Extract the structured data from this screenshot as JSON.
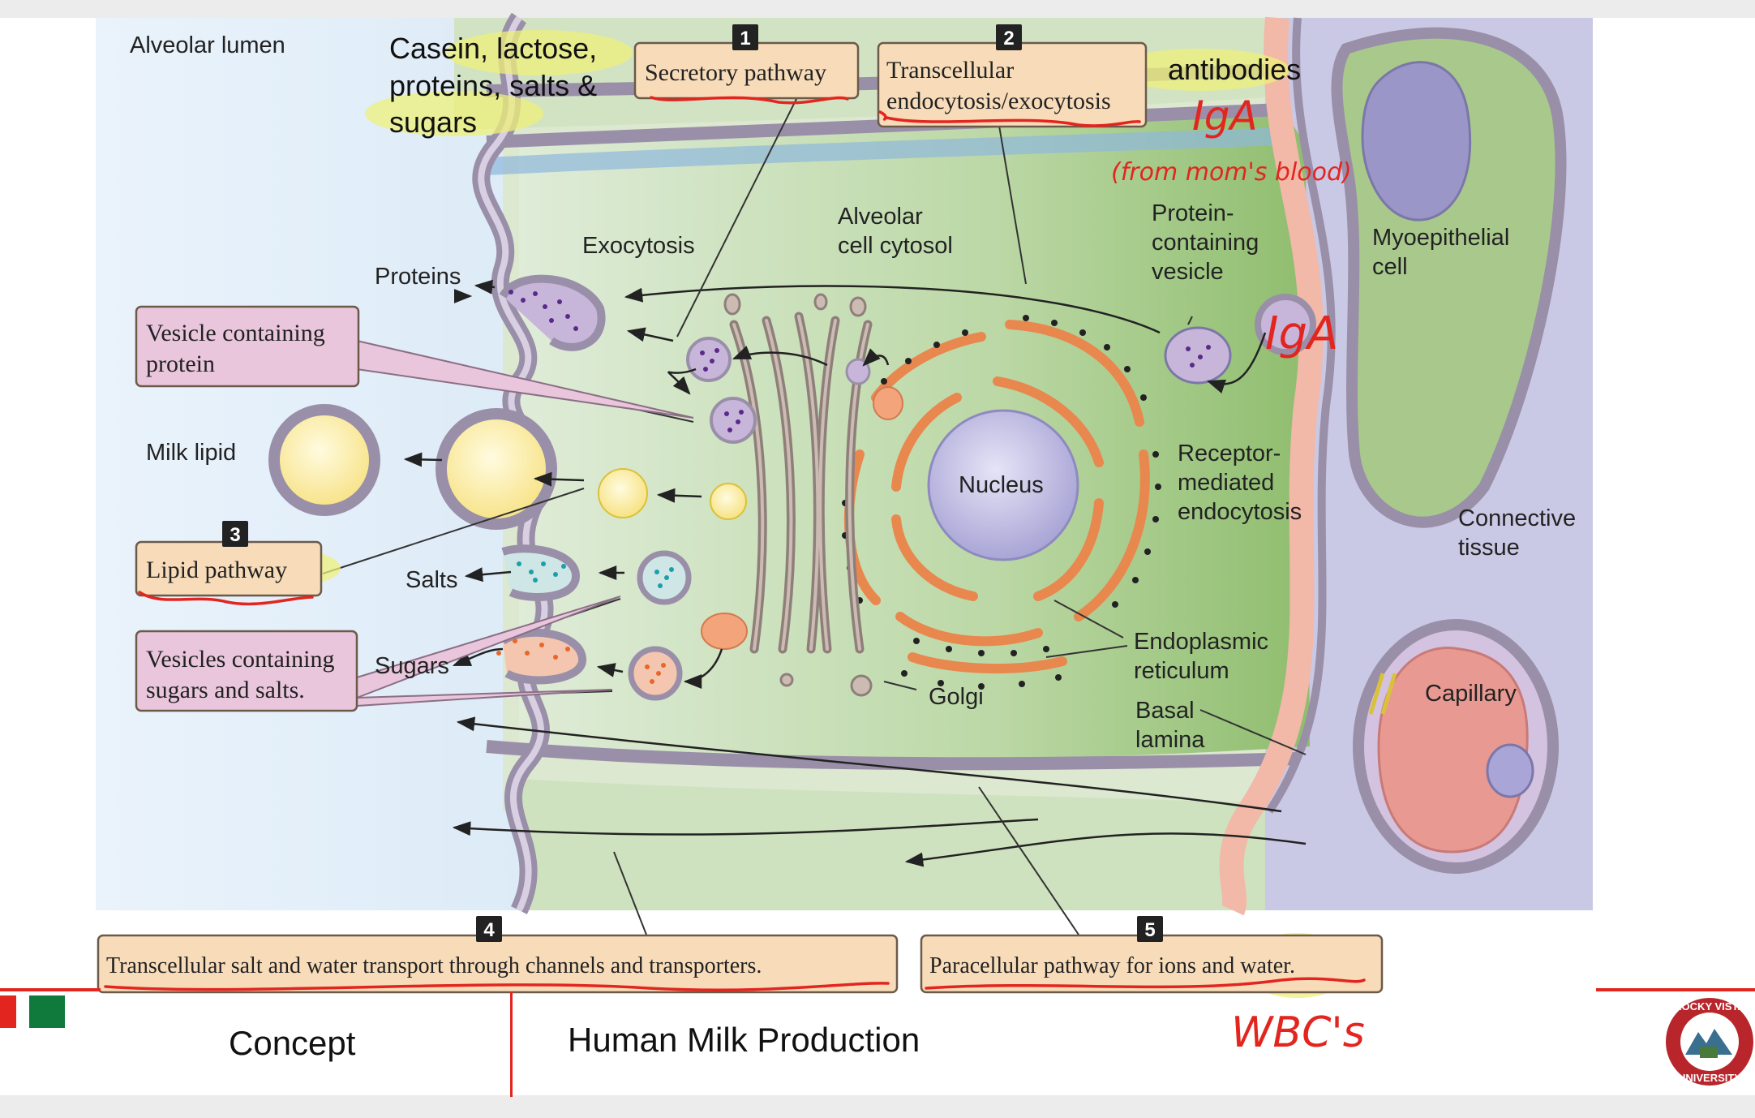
{
  "diagram": {
    "labels": {
      "alveolar_lumen": "Alveolar lumen",
      "alveolar_cytosol_1": "Alveolar",
      "alveolar_cytosol_2": "cell cytosol",
      "exocytosis": "Exocytosis",
      "proteins": "Proteins",
      "milk_lipid": "Milk lipid",
      "salts": "Salts",
      "sugars": "Sugars",
      "nucleus": "Nucleus",
      "golgi": "Golgi",
      "er_1": "Endoplasmic",
      "er_2": "reticulum",
      "basal_1": "Basal",
      "basal_2": "lamina",
      "pcv_1": "Protein-",
      "pcv_2": "containing",
      "pcv_3": "vesicle",
      "rme_1": "Receptor-",
      "rme_2": "mediated",
      "rme_3": "endocytosis",
      "myo_1": "Myoepithelial",
      "myo_2": "cell",
      "ct_1": "Connective",
      "ct_2": "tissue",
      "capillary": "Capillary"
    },
    "boxes": {
      "b1_num": "1",
      "b1": "Secretory pathway",
      "b2_num": "2",
      "b2_1": "Transcellular",
      "b2_2": "endocytosis/exocytosis",
      "b3_num": "3",
      "b3": "Lipid pathway",
      "b4_num": "4",
      "b4": "Transcellular salt and water transport through channels and transporters.",
      "b5_num": "5",
      "b5": "Paracellular pathway for ions and water.",
      "vcp_1": "Vesicle containing",
      "vcp_2": "protein",
      "vcs_1": "Vesicles containing",
      "vcs_2": "sugars and salts."
    },
    "annotations": {
      "casein_1": "Casein, lactose,",
      "casein_2": "proteins, salts &",
      "casein_3": "sugars",
      "antibodies": "antibodies",
      "iga_1": "IgA",
      "from_mom": "(from mom's blood)",
      "iga_2": "IgA",
      "wbcs": "WBC's"
    }
  },
  "footer": {
    "concept": "Concept",
    "title": "Human Milk Production",
    "logo_top": "ROCKY VISTA",
    "logo_bottom": "UNIVERSITY"
  },
  "colors": {
    "accent_red": "#e2261f",
    "accent_green": "#0f7a3c",
    "box_fill": "#f8dcb9",
    "highlight": "#eef07a"
  }
}
